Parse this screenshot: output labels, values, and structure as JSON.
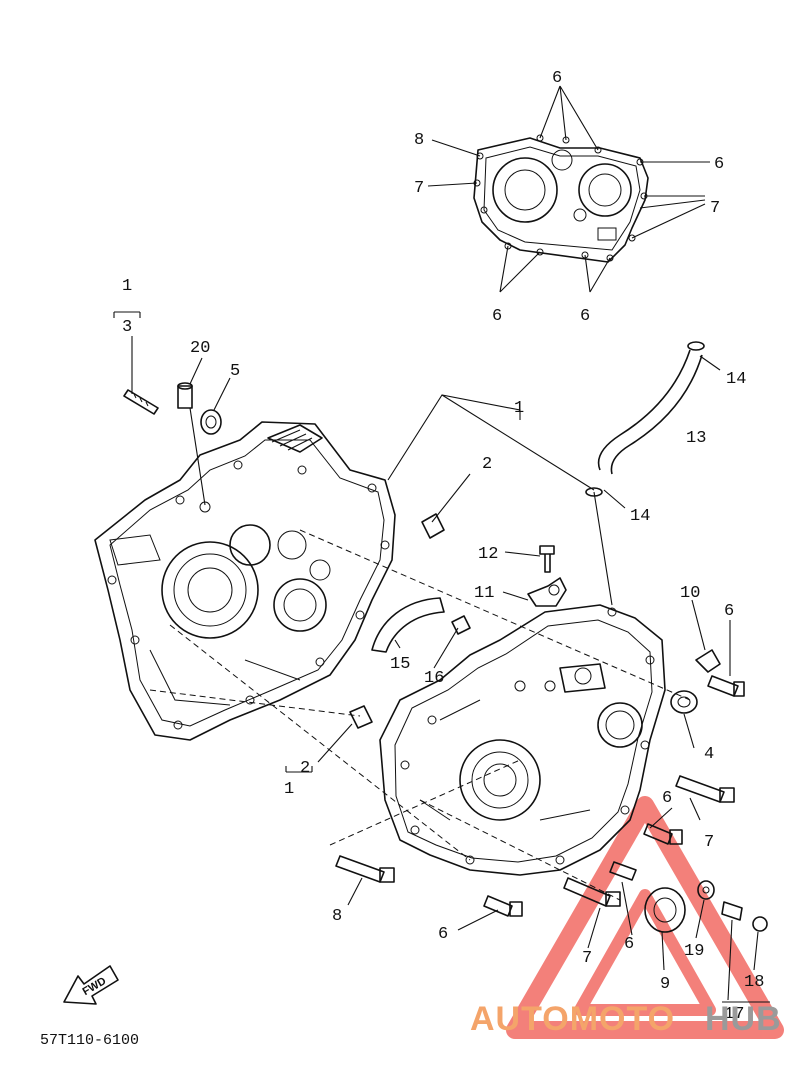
{
  "diagram": {
    "doc_code": "57T110-6100",
    "fwd_label": "FWD",
    "watermark": {
      "part1": "AUTOMOTO",
      "part2": "HUB",
      "color1": "#f4a46a",
      "color2": "#9a9a9a",
      "triangle_color": "#f26a63"
    },
    "callouts": {
      "c1_top_a": "1",
      "c3_top": "3",
      "c20": "20",
      "c5": "5",
      "c8_top": "8",
      "c7_top_a": "7",
      "c6_top_a": "6",
      "c6_top_b": "6",
      "c7_top_b": "7",
      "c6_top_c": "6",
      "c6_top_d": "6",
      "c1_mid": "1",
      "c2_mid": "2",
      "c14_top": "14",
      "c13": "13",
      "c14_mid": "14",
      "c12": "12",
      "c11": "11",
      "c10": "10",
      "c6_r1": "6",
      "c15": "15",
      "c16": "16",
      "c4": "4",
      "c2_low": "2",
      "c1_low": "1",
      "c6_r2": "6",
      "c7_r": "7",
      "c8_low": "8",
      "c6_low": "6",
      "c7_low": "7",
      "c6_low2": "6",
      "c9": "9",
      "c19": "19",
      "c18": "18",
      "c17": "17"
    }
  }
}
